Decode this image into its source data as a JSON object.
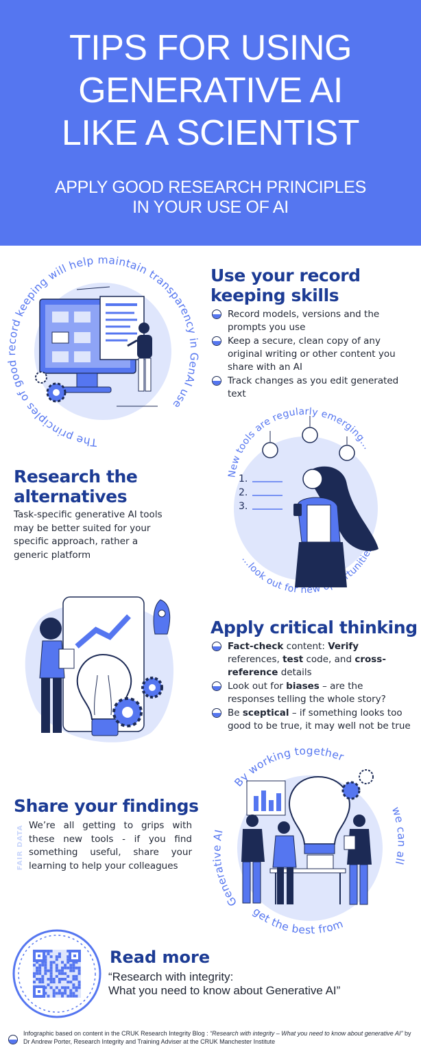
{
  "header": {
    "title_lines": [
      "TIPS FOR USING",
      "GENERATIVE AI",
      "LIKE A SCIENTIST"
    ],
    "subtitle_lines": [
      "APPLY GOOD RESEARCH PRINCIPLES",
      "IN YOUR USE OF AI"
    ]
  },
  "record_keeping": {
    "circle_text": "The principles of good record keeping will help maintain transparency in GenAI use",
    "heading_lines": [
      "Use your record",
      "keeping skills"
    ],
    "bullets": [
      "Record models, versions and the prompts you use",
      "Keep a secure, clean copy of any original writing or other content you share with an AI",
      "Track changes as you edit generated text"
    ]
  },
  "alternatives": {
    "heading_lines": [
      "Research the",
      "alternatives"
    ],
    "body": "Task-specific generative AI tools may be better suited for your specific approach, rather a generic platform",
    "circle_top_text": "New tools are regularly emerging...",
    "circle_bottom_text": "...look out for new opportunities",
    "list_numbers": [
      "1.",
      "2.",
      "3."
    ]
  },
  "critical": {
    "heading": "Apply critical thinking",
    "bullet1": {
      "a": "Fact-check",
      "b": " content: ",
      "c": "Verify",
      "d": " references, ",
      "e": "test",
      "f": " code, and ",
      "g": "cross-reference",
      "h": " details"
    },
    "bullet2": {
      "a": "Look out for ",
      "b": "biases",
      "c": " – are the responses telling the whole story?"
    },
    "bullet3": {
      "a": "Be ",
      "b": "sceptical",
      "c": " – if something looks too good to be true, it may well not be true"
    }
  },
  "findings": {
    "heading": "Share your findings",
    "side_label": "FAIR DATA",
    "body": "We’re all getting to grips with these new tools - if you find something useful, share your learning to help your colleagues",
    "circle_top": "By working together",
    "circle_right": "we can all",
    "circle_bottom": "get the best from",
    "circle_left": "Generative AI"
  },
  "read_more": {
    "title": "Read more",
    "quote_line1": "“Research with integrity:",
    "quote_line2": "What you need to know about Generative AI”"
  },
  "footer": {
    "prefix": "Infographic based on content in the CRUK Research Integrity Blog : ",
    "title": "“Research with integrity – What you need to know about generative AI”",
    "suffix": " by Dr Andrew Porter, Research Integrity and Training Adviser at the CRUK Manchester Institute"
  },
  "colors": {
    "accent": "#5576f0",
    "dark": "#1c3b94",
    "light": "#dfe6fc"
  },
  "icons": [
    "monitor-illustration",
    "lightbulb-icon",
    "gear-icon",
    "rocket-icon",
    "qr-code",
    "bullet-dot-icon"
  ]
}
